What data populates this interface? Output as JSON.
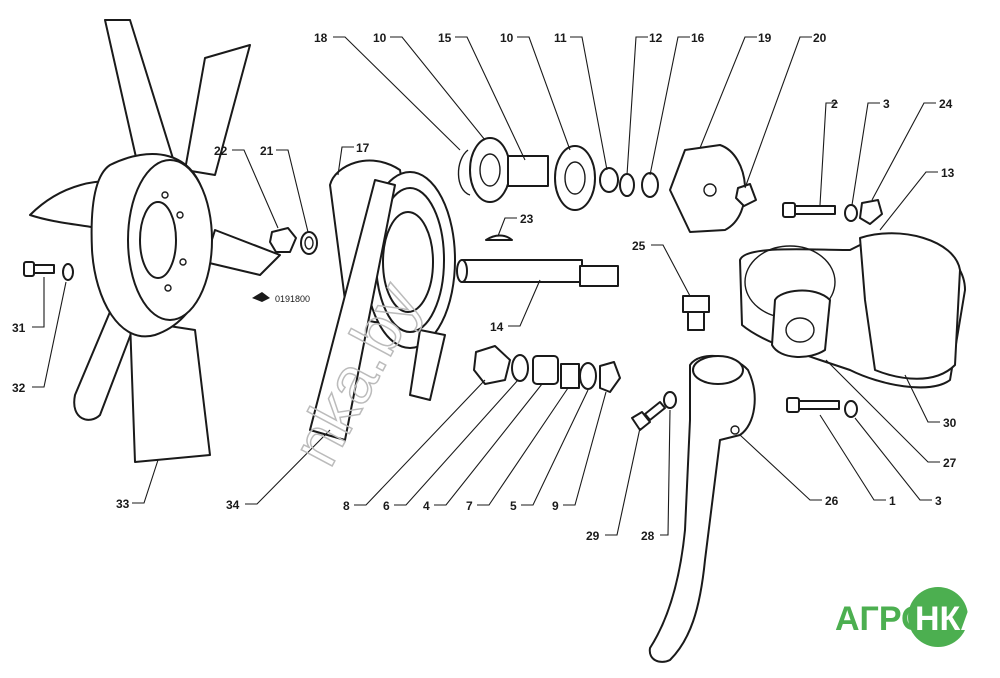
{
  "callouts": [
    {
      "id": "c18",
      "text": "18"
    },
    {
      "id": "c10a",
      "text": "10"
    },
    {
      "id": "c15",
      "text": "15"
    },
    {
      "id": "c10b",
      "text": "10"
    },
    {
      "id": "c11",
      "text": "11"
    },
    {
      "id": "c12",
      "text": "12"
    },
    {
      "id": "c16",
      "text": "16"
    },
    {
      "id": "c19",
      "text": "19"
    },
    {
      "id": "c20",
      "text": "20"
    },
    {
      "id": "c2",
      "text": "2"
    },
    {
      "id": "c3a",
      "text": "3"
    },
    {
      "id": "c24",
      "text": "24"
    },
    {
      "id": "c13",
      "text": "13"
    },
    {
      "id": "c22",
      "text": "22"
    },
    {
      "id": "c21",
      "text": "21"
    },
    {
      "id": "c17",
      "text": "17"
    },
    {
      "id": "c23",
      "text": "23"
    },
    {
      "id": "c25",
      "text": "25"
    },
    {
      "id": "c14",
      "text": "14"
    },
    {
      "id": "c31",
      "text": "31"
    },
    {
      "id": "c32",
      "text": "32"
    },
    {
      "id": "c33",
      "text": "33"
    },
    {
      "id": "c34",
      "text": "34"
    },
    {
      "id": "c8",
      "text": "8"
    },
    {
      "id": "c6",
      "text": "6"
    },
    {
      "id": "c4",
      "text": "4"
    },
    {
      "id": "c7",
      "text": "7"
    },
    {
      "id": "c5",
      "text": "5"
    },
    {
      "id": "c9",
      "text": "9"
    },
    {
      "id": "c29",
      "text": "29"
    },
    {
      "id": "c28",
      "text": "28"
    },
    {
      "id": "c26",
      "text": "26"
    },
    {
      "id": "c1",
      "text": "1"
    },
    {
      "id": "c3b",
      "text": "3"
    },
    {
      "id": "c27",
      "text": "27"
    },
    {
      "id": "c30",
      "text": "30"
    }
  ],
  "serial_marker": "0191800",
  "watermark": "nka.by",
  "logo": {
    "left": "АГРО",
    "right": "НКА",
    "color": "#4caf50"
  }
}
